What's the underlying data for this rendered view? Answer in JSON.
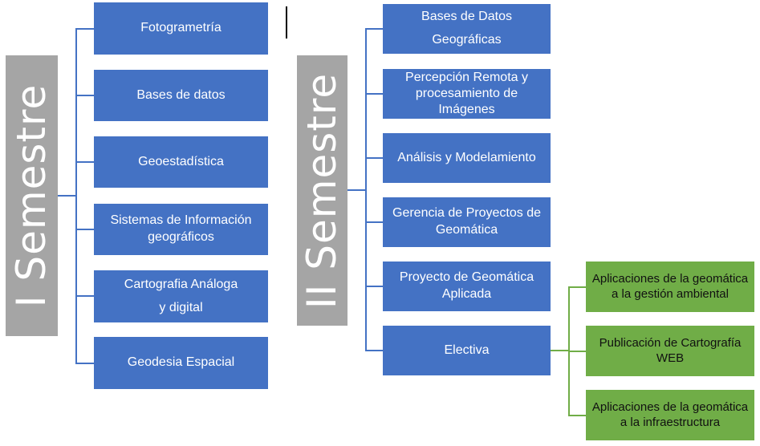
{
  "semester1": {
    "label": "I Semestre",
    "courses": [
      {
        "label": "Fotogrametría"
      },
      {
        "label": "Bases de datos"
      },
      {
        "label": "Geoestadística"
      },
      {
        "label": "Sistemas de Información geográficos"
      },
      {
        "label": "Cartografia Análoga",
        "label2": "y digital"
      },
      {
        "label": "Geodesia Espacial"
      }
    ]
  },
  "semester2": {
    "label": "II Semestre",
    "courses": [
      {
        "label": "Bases de Datos",
        "label2": "Geográficas"
      },
      {
        "label": "Percepción Remota y procesamiento de Imágenes"
      },
      {
        "label": "Análisis y Modelamiento"
      },
      {
        "label": "Gerencia de Proyectos de Geomática"
      },
      {
        "label": "Proyecto de Geomática Aplicada"
      },
      {
        "label": "Electiva"
      }
    ]
  },
  "electives": [
    {
      "label": "Aplicaciones de la geomática a la gestión ambiental"
    },
    {
      "label": "Publicación de Cartografía WEB"
    },
    {
      "label": "Aplicaciones de la geomática a la infraestructura"
    }
  ],
  "colors": {
    "blue": "#4472c4",
    "gray": "#a5a5a5",
    "green": "#70ad47"
  }
}
